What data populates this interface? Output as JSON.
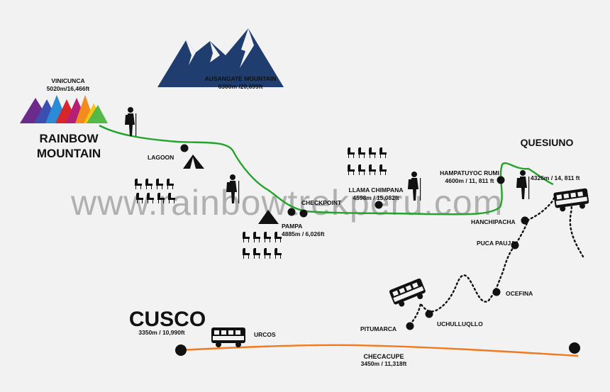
{
  "watermark": "www.rainbowtrekperu.com",
  "places": {
    "vinicunca": {
      "name": "VINICUNCA",
      "elev": "5020m/16,466ft"
    },
    "rainbow": {
      "line1": "RAINBOW",
      "line2": "MOUNTAIN"
    },
    "ausangate": {
      "name": "AUSANGATE MOUNTAIN",
      "elev": "6300m /20,699ft"
    },
    "lagoon": "LAGOON",
    "checkpoint": "CHECKPOINT",
    "pampa": {
      "name": "PAMPA",
      "elev": "4885m / 6,026ft"
    },
    "llama_chimpana": {
      "name": "LLAMA CHIMPANA",
      "elev": "4598m / 15,082ft"
    },
    "hampatuyoc": {
      "name": "HAMPATUYOC RUMI",
      "elev": "4600m / 11, 811 ft"
    },
    "quesiuno": {
      "name": "QUESIUNO",
      "elev": "4326m / 14, 811 ft"
    },
    "hanchipacha": "HANCHIPACHA",
    "puca_pauja": "PUCA PAUJA",
    "ocefina": "OCEFINA",
    "uchulluqllo": "UCHULLUQLLO",
    "pitumarca": "PITUMARCA",
    "checacupe": {
      "name": "CHECACUPE",
      "elev": "3450m / 11,318ft"
    },
    "urcos": "URCOS",
    "cusco": {
      "name": "CUSCO",
      "elev": "3350m / 10,990ft"
    }
  },
  "colors": {
    "trail": "#22a32a",
    "road": "#f07a1f",
    "mountain_blue": "#1f3d6e",
    "ink": "#111111",
    "rainbow_peaks": [
      "#6b2b8c",
      "#3b4fb0",
      "#2a8cd6",
      "#d9262b",
      "#b51f76",
      "#f28c1f",
      "#f5c518",
      "#55b947"
    ]
  }
}
